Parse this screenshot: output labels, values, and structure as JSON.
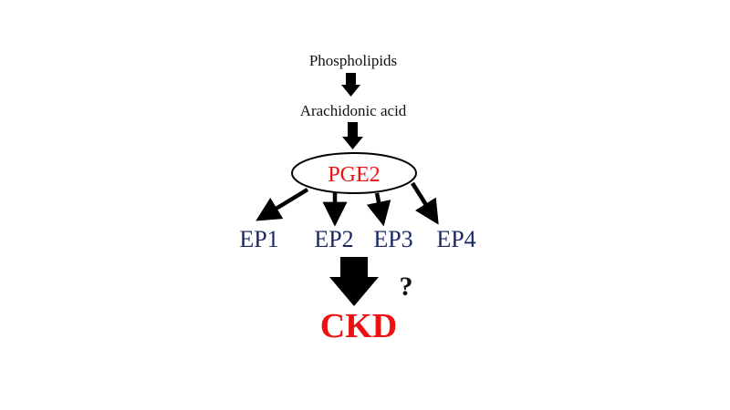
{
  "diagram": {
    "title": "PGE2 pathway in CKD",
    "nodes": {
      "phospholipids": "Phospholipids",
      "arachidonic_acid": "Arachidonic acid",
      "pge2": "PGE2",
      "receptors": [
        "EP1",
        "EP2",
        "EP3",
        "EP4"
      ],
      "outcome": "CKD",
      "uncertainty_mark": "?"
    },
    "edges": [
      {
        "from": "Phospholipids",
        "to": "Arachidonic acid"
      },
      {
        "from": "Arachidonic acid",
        "to": "PGE2"
      },
      {
        "from": "PGE2",
        "to": "EP1"
      },
      {
        "from": "PGE2",
        "to": "EP2"
      },
      {
        "from": "PGE2",
        "to": "EP3"
      },
      {
        "from": "PGE2",
        "to": "EP4"
      },
      {
        "from": "EP receptors",
        "to": "CKD",
        "uncertain": true
      }
    ],
    "colors": {
      "text": "#111111",
      "highlight": "#ee1111",
      "receptor": "#1b2a66",
      "arrow": "#000000",
      "background": "#ffffff"
    }
  }
}
